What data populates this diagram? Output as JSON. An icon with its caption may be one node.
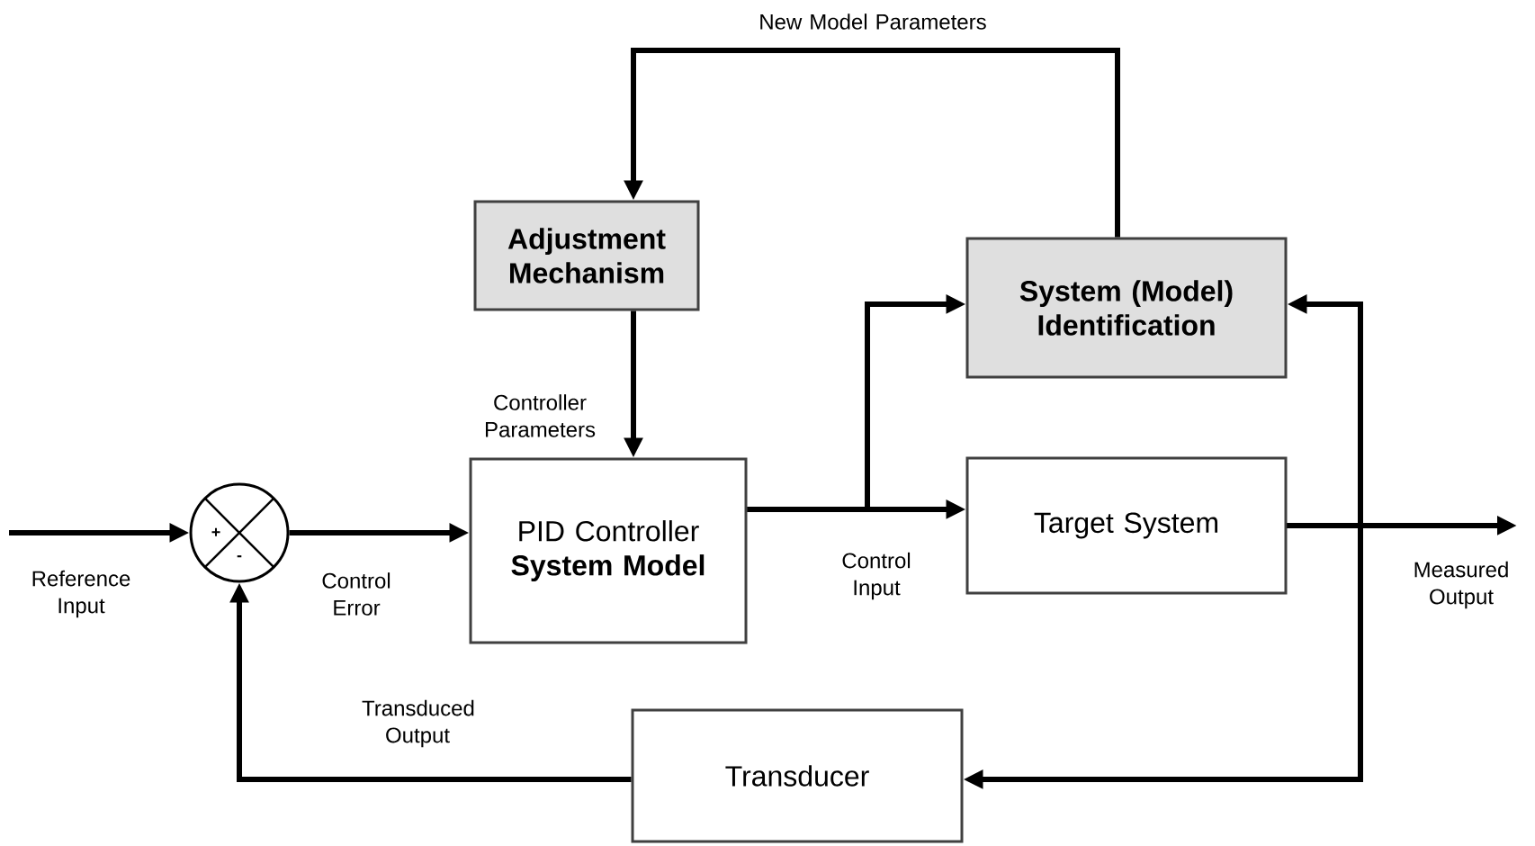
{
  "diagram": {
    "nodes": [
      {
        "text": [
          "Adjustment Mechanism"
        ]
      },
      {
        "text": [
          "System (Model) Identification"
        ]
      },
      {
        "text": [
          "+",
          "-"
        ]
      },
      {
        "text": [
          "PID Controller",
          "System Model"
        ]
      },
      {
        "text": [
          "Target System"
        ]
      },
      {
        "text": [
          "Transducer"
        ]
      }
    ],
    "edges": [
      {
        "from": null,
        "to": 2,
        "arrow": "to",
        "label": "Reference Input"
      },
      {
        "from": 2,
        "to": 3,
        "arrow": "to",
        "label": "Control Error"
      },
      {
        "from": 3,
        "to": 4,
        "arrow": "to",
        "label": "Control Input"
      },
      {
        "from": 3,
        "to": 1,
        "arrow": "to"
      },
      {
        "from": 4,
        "to": null,
        "arrow": "to",
        "label": "Measured Output"
      },
      {
        "from": 4,
        "to": 1,
        "arrow": "to"
      },
      {
        "from": 4,
        "to": 5,
        "arrow": "to"
      },
      {
        "from": 5,
        "to": 2,
        "arrow": "to",
        "label": "Transduced Output"
      },
      {
        "from": 1,
        "to": 0,
        "arrow": "to",
        "label": "New Model Parameters"
      },
      {
        "from": 0,
        "to": 3,
        "arrow": "to",
        "label": "Controller Parameters"
      }
    ]
  }
}
